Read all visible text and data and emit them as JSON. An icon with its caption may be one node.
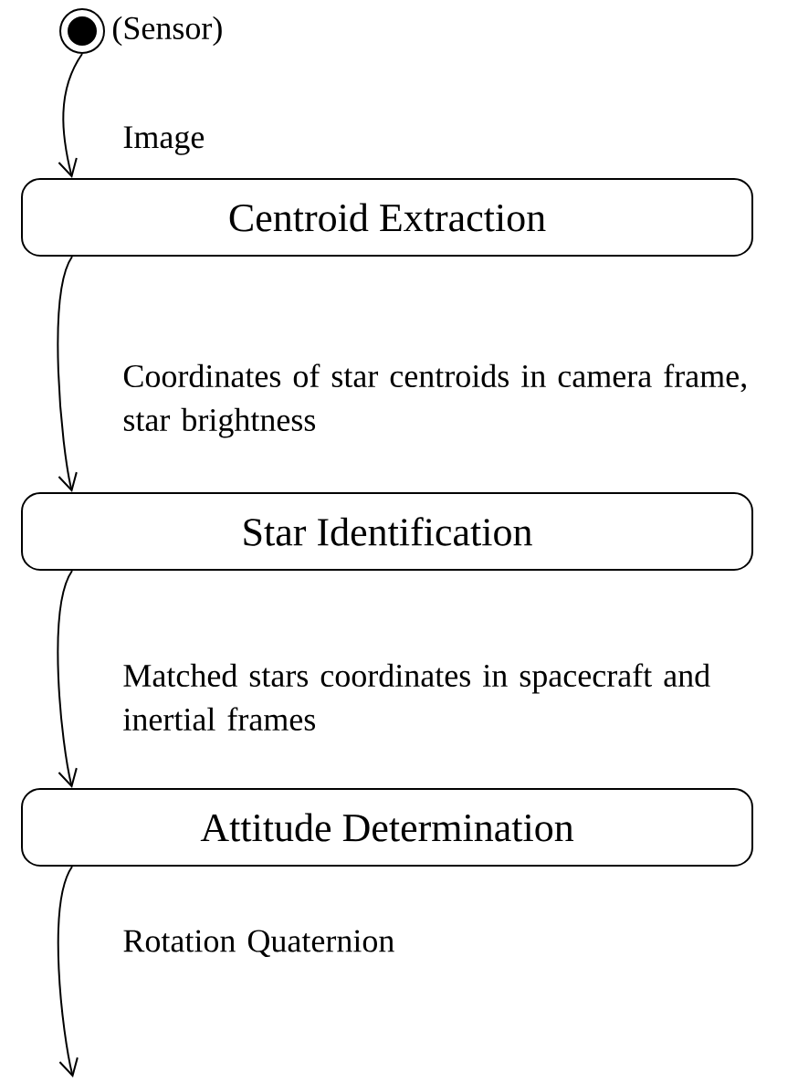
{
  "diagram": {
    "nodes": [
      {
        "text": [],
        "shape": "circle",
        "beside": [
          "(Sensor)"
        ]
      },
      {
        "text": [
          "Centroid Extraction"
        ]
      },
      {
        "text": [
          "Star Identification"
        ]
      },
      {
        "text": [
          "Attitude Determination"
        ]
      }
    ],
    "edges": [
      {
        "from": 0,
        "to": 1,
        "arrow": "to",
        "label": "Image"
      },
      {
        "from": 1,
        "to": 2,
        "arrow": "to",
        "label": "Coordinates of star centroids in camera frame, star brightness"
      },
      {
        "from": 2,
        "to": 3,
        "arrow": "to",
        "label": "Matched stars coordinates in spacecraft and inertial frames"
      },
      {
        "from": 3,
        "to": null,
        "arrow": "to",
        "label": "Rotation Quaternion"
      }
    ]
  }
}
